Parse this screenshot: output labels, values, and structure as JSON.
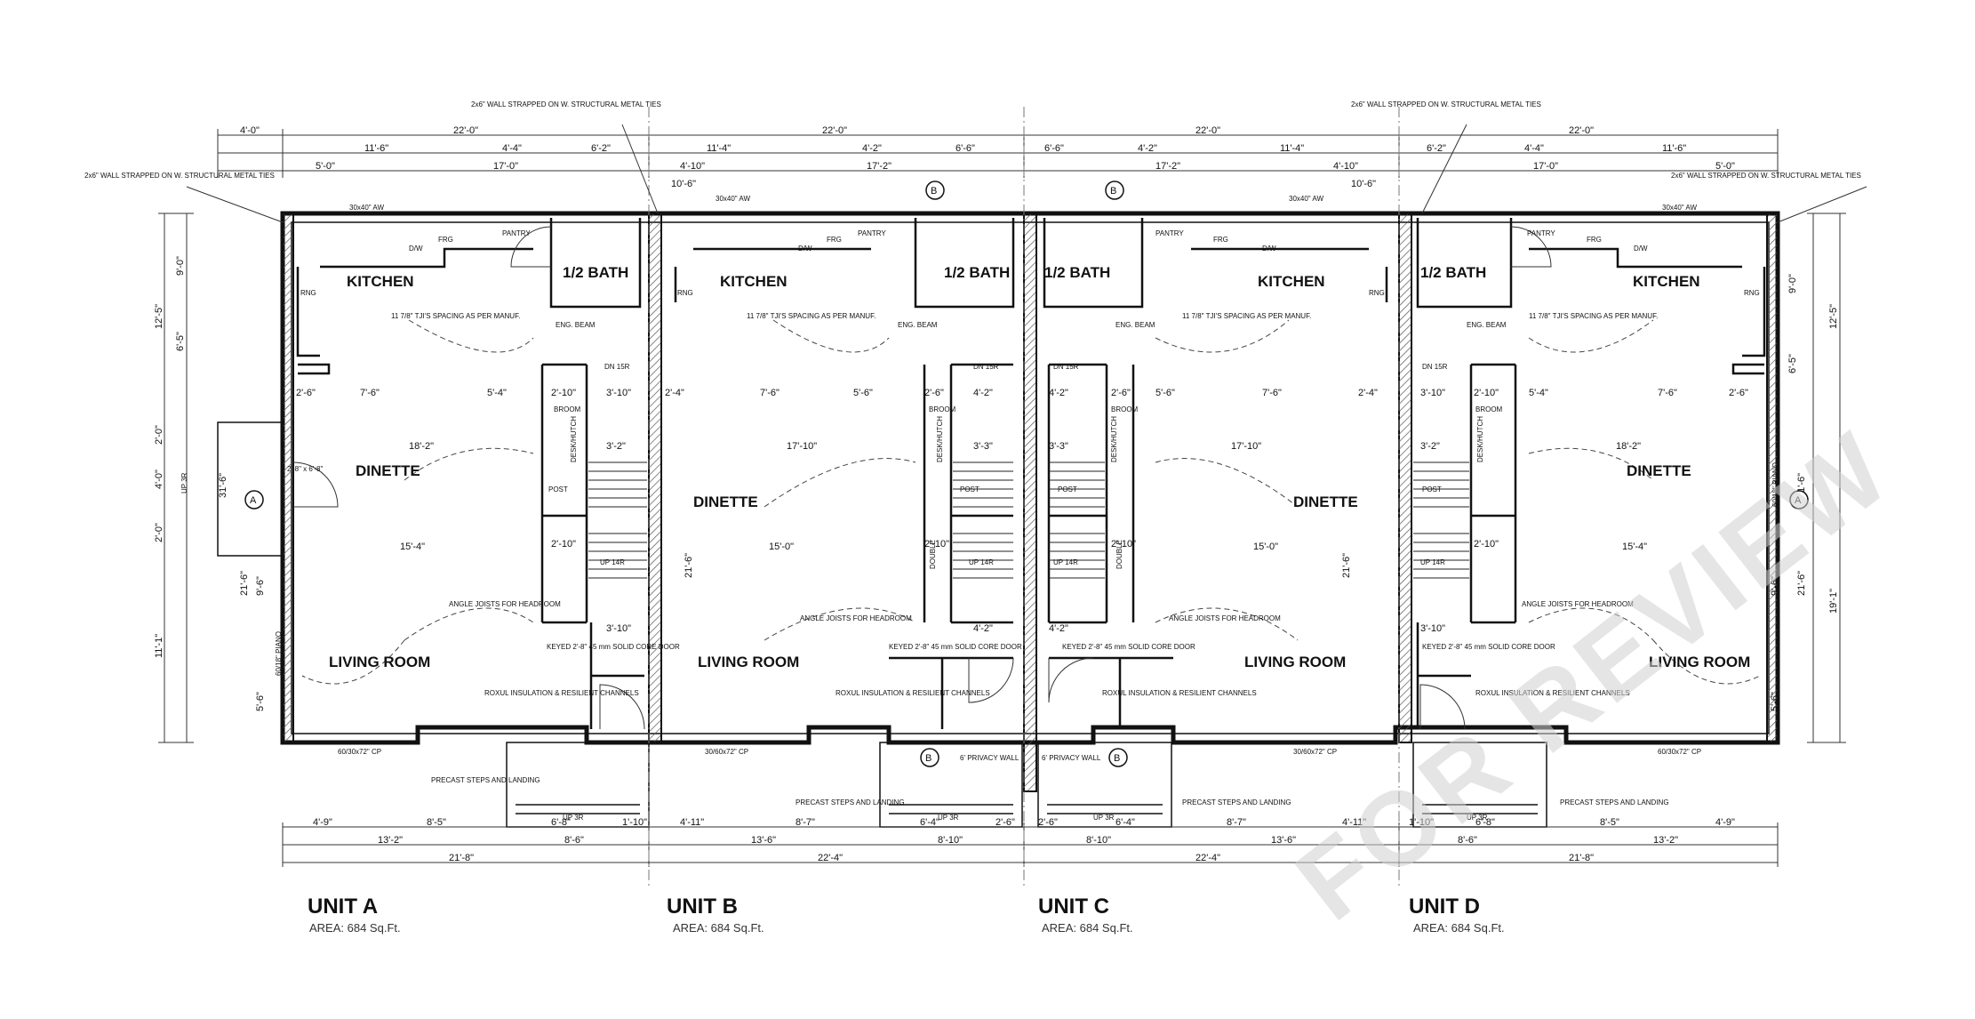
{
  "units": [
    {
      "name": "UNIT A",
      "area": "AREA:  684 Sq.Ft."
    },
    {
      "name": "UNIT B",
      "area": "AREA:  684 Sq.Ft."
    },
    {
      "name": "UNIT C",
      "area": "AREA:  684 Sq.Ft."
    },
    {
      "name": "UNIT D",
      "area": "AREA:  684 Sq.Ft."
    }
  ],
  "rooms": {
    "kitchen": "KITCHEN",
    "half_bath": "1/2 BATH",
    "dinette": "DINETTE",
    "living_room": "LIVING ROOM",
    "pantry": "PANTRY",
    "frg": "FRG",
    "broom": "BROOM",
    "desk_hutch": "DESK/HUTCH",
    "post": "POST",
    "double": "DOUBLE",
    "dw": "D/W",
    "rng": "RNG"
  },
  "notes": {
    "wall_strapped": "2x6\" WALL STRAPPED ON W. STRUCTURAL METAL TIES",
    "tji": "11 7/8\" TJI'S SPACING AS PER MANUF.",
    "eng_beam": "ENG. BEAM",
    "angle_joists": "ANGLE JOISTS FOR HEADROOM",
    "keyed_door": "KEYED 2'-8\" 45 mm SOLID CORE DOOR",
    "roxul": "ROXUL INSULATION & RESILIENT CHANNELS",
    "precast": "PRECAST STEPS AND LANDING",
    "privacy_wall": "6' PRIVACY WALL",
    "window_aw": "30x40\" AW",
    "patio_a": "60/30x72\" CP",
    "patio_b": "30/60x72\" CP",
    "up_3r": "UP 3R",
    "up_14r": "UP 14R",
    "dn_15r": "DN 15R",
    "piano": "60/18\" PIANO"
  },
  "dimensions": {
    "top": [
      "4'-0\"",
      "22'-0\"",
      "22'-0\"",
      "22'-0\"",
      "22'-0\""
    ],
    "top_sub_left": [
      "11'-6\"",
      "4'-4\"",
      "6'-2\"",
      "5'-0\"",
      "17'-0\""
    ],
    "top_sub_b": [
      "11'-4\"",
      "4'-2\"",
      "6'-6\"",
      "4'-10\"",
      "17'-2\"",
      "10'-6\""
    ],
    "top_sub_c": [
      "6'-6\"",
      "4'-2\"",
      "11'-4\"",
      "17'-2\"",
      "4'-10\"",
      "10'-6\""
    ],
    "top_sub_right": [
      "6'-2\"",
      "4'-4\"",
      "11'-6\"",
      "17'-0\"",
      "5'-0\""
    ],
    "left": [
      "9'-0\"",
      "12'-5\"",
      "6'-5\"",
      "2'-0\"",
      "4'-0\"",
      "31'-6\"",
      "2'-0\"",
      "21'-6\"",
      "9'-6\"",
      "11'-1\"",
      "5'-6\""
    ],
    "right": [
      "9'-0\"",
      "12'-5\"",
      "6'-5\"",
      "31'-6\"",
      "21'-6\"",
      "19'-1\"",
      "9'-6\"",
      "5'-6\""
    ],
    "bottom_row1": [
      "4'-9\"",
      "8'-5\"",
      "6'-8\"",
      "1'-10\"",
      "4'-11\"",
      "8'-7\"",
      "6'-4\"",
      "2'-6\"",
      "2'-6\"",
      "6'-4\"",
      "8'-7\"",
      "4'-11\"",
      "1'-10\"",
      "6'-8\"",
      "8'-5\"",
      "4'-9\""
    ],
    "bottom_row2": [
      "13'-2\"",
      "8'-6\"",
      "13'-6\"",
      "8'-10\"",
      "8'-10\"",
      "13'-6\"",
      "8'-6\"",
      "13'-2\""
    ],
    "bottom_row3": [
      "21'-8\"",
      "22'-4\"",
      "22'-4\"",
      "21'-8\""
    ],
    "interior_a": [
      "18'-2\"",
      "15'-4\"",
      "7'-6\"",
      "5'-4\"",
      "2'-6\"",
      "3'-10\"",
      "2'-10\"",
      "3'-2\"",
      "2'-10\"",
      "3'-10\""
    ],
    "interior_b": [
      "17'-10\"",
      "15'-0\"",
      "7'-6\"",
      "5'-6\"",
      "2'-4\"",
      "4'-2\"",
      "2'-6\"",
      "3'-3\"",
      "2'-10\"",
      "4'-2\"",
      "21'-6\""
    ],
    "interior_c": [
      "17'-10\"",
      "15'-0\"",
      "7'-6\"",
      "5'-6\"",
      "2'-4\"",
      "4'-2\"",
      "2'-6\"",
      "3'-3\"",
      "2'-10\"",
      "4'-2\"",
      "21'-6\""
    ],
    "interior_d": [
      "18'-2\"",
      "15'-4\"",
      "7'-6\"",
      "5'-4\"",
      "2'-6\"",
      "3'-10\"",
      "2'-10\"",
      "3'-2\"",
      "2'-10\"",
      "3'-10\""
    ],
    "door": "2'-8\" x 6'-8\""
  },
  "markers": {
    "a": "A",
    "b": "B"
  },
  "watermark": "FOR REVIEW"
}
